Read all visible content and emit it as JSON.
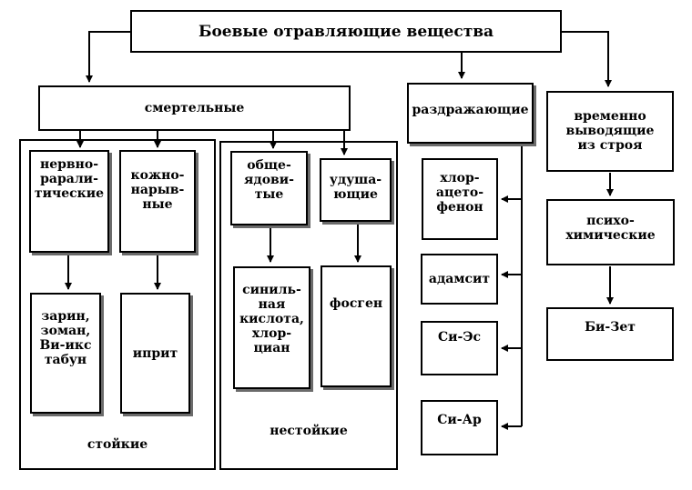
{
  "diagram": {
    "title": "Боевые отравляющие вещества",
    "deadly": {
      "label": "смертельные",
      "persistent": {
        "caption": "стойкие",
        "nerve": {
          "label": "нервно-\npарали-\nтические",
          "agents": "зарин,\nзоман,\nВи-икс\nтабун"
        },
        "blister": {
          "label": "кожно-\nнарыв-\nные",
          "agents": "иприт"
        }
      },
      "nonpersistent": {
        "caption": "нестойкие",
        "blood": {
          "label": "обще-\nядови-\nтые",
          "agents": "синиль-\nная\nкислота,\nхлор-\nциан"
        },
        "choking": {
          "label": "удуша-\nющие",
          "agents": "фосген"
        }
      }
    },
    "irritant": {
      "label": "раздражающие",
      "agents": [
        "хлор-\nацето-\nфенон",
        "адамсит",
        "Си-Эс",
        "Си-Ар"
      ]
    },
    "incapacitating": {
      "label": "временно\nвыводящие\nиз строя",
      "psycho": {
        "label": "психо-\nхимические",
        "agents": "Би-Зет"
      }
    }
  }
}
